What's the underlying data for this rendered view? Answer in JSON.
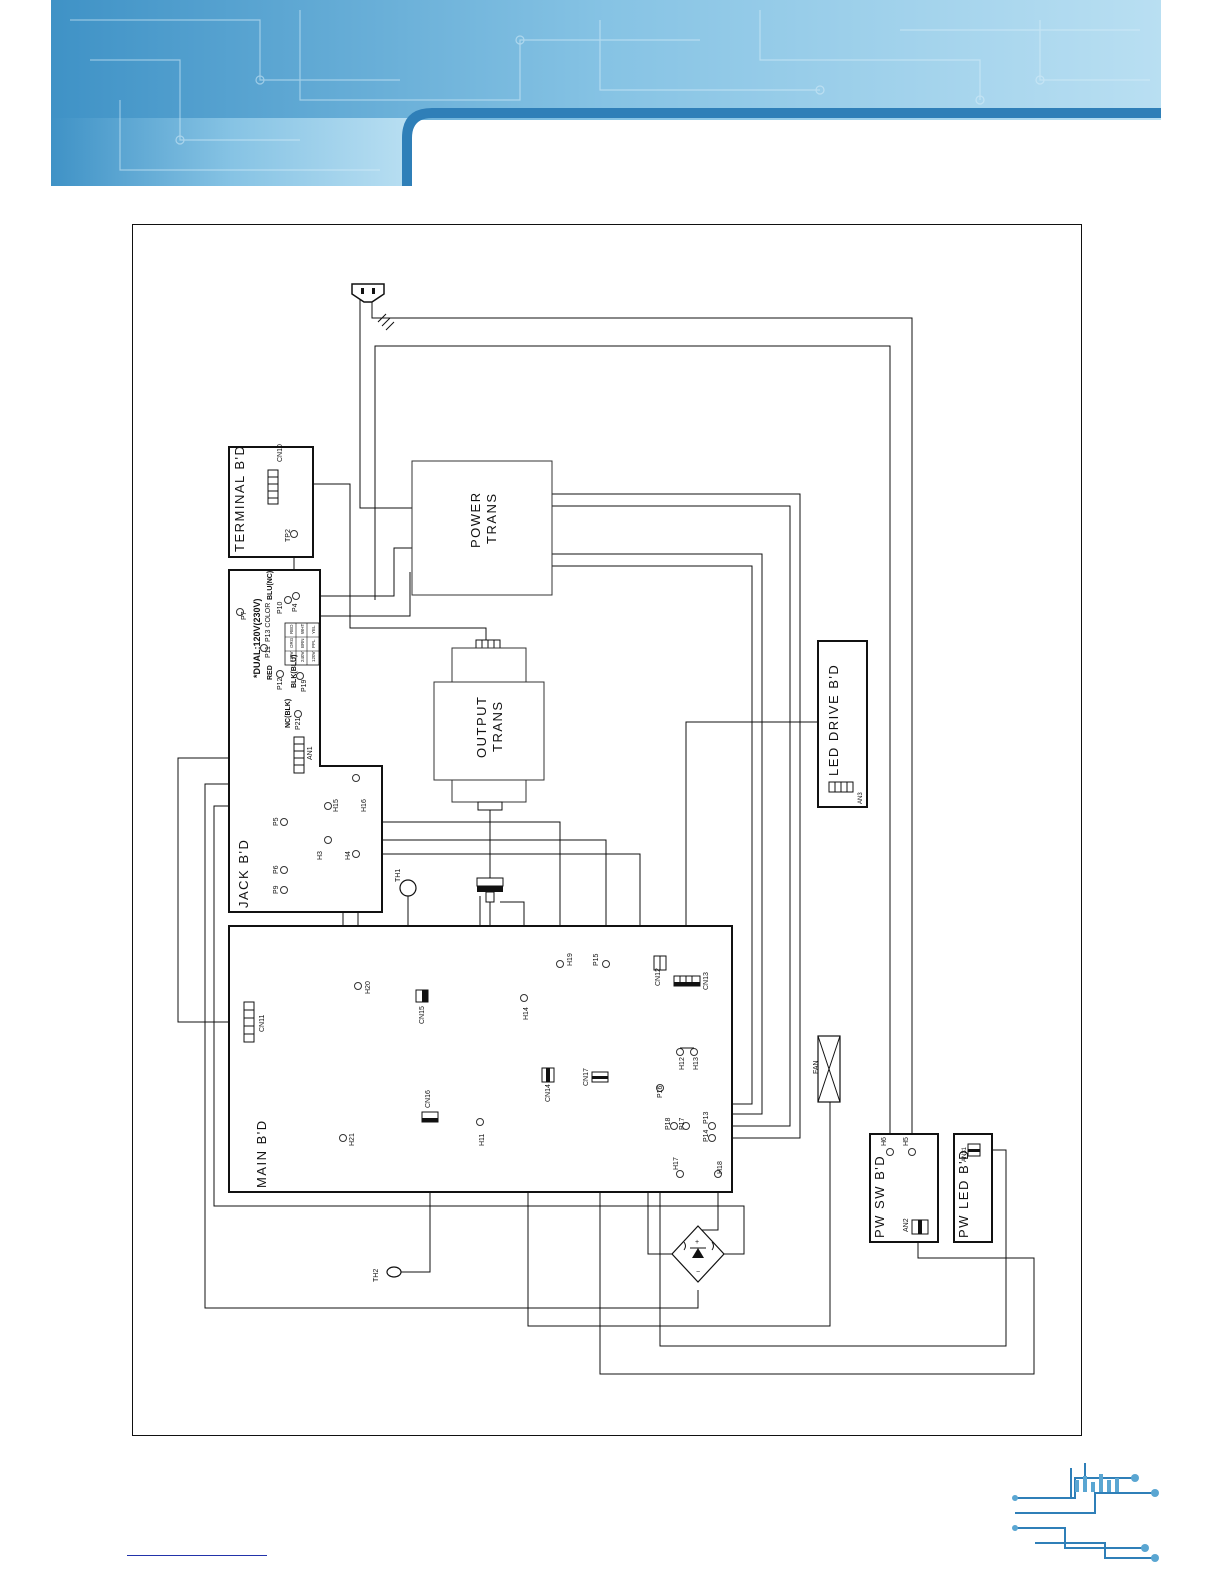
{
  "header": {
    "brand_color": "#5aa6d2",
    "accent_color": "#2f7fb8"
  },
  "boards": {
    "terminal": "TERMINAL B'D",
    "jack": "JACK B'D",
    "main": "MAIN B'D",
    "led_drive": "LED DRIVE B'D",
    "pw_sw": "PW SW B'D",
    "pw_led": "PW LED B'D"
  },
  "components": {
    "power_trans_1": "POWER",
    "power_trans_2": "TRANS",
    "output_trans_1": "OUTPUT",
    "output_trans_2": "TRANS",
    "fan": "FAN",
    "th1": "TH1",
    "th2": "TH2"
  },
  "jack_notes": {
    "dual": "*DUAL:120V(230V)",
    "blu_nc": "BLU(NC)",
    "red": "RED",
    "blk_blu": "BLK(BLU)",
    "nc_blk": "NC(BLK)",
    "p13_color": "P13 COLOR",
    "table": [
      [
        "220V",
        "ORG",
        "RED"
      ],
      [
        "240V",
        "BRN",
        "WHT"
      ],
      [
        "120V",
        "PPL",
        "YEL"
      ]
    ]
  },
  "connectors": {
    "cn10": "CN10",
    "an1": "AN1",
    "an3": "AN3",
    "an2": "AN2",
    "an31": "AN31",
    "cn11": "CN11",
    "cn12": "CN12",
    "cn13": "CN13",
    "cn14": "CN14",
    "cn15": "CN15",
    "cn16": "CN16",
    "cn17": "CN17"
  },
  "pins": {
    "tp2": "TP2",
    "p7": "P7",
    "p10": "P10",
    "p4": "P4",
    "p11": "P11",
    "p19": "P19",
    "p21": "P21",
    "p12_jack": "P12",
    "h15": "H15",
    "h16": "H16",
    "p5": "P5",
    "h3": "H3",
    "h4": "H4",
    "p6": "P6",
    "p9": "P9",
    "h19": "H19",
    "p15": "P15",
    "h20": "H20",
    "h14": "H14",
    "h12": "H12",
    "h13": "H13",
    "p16": "P16",
    "p18": "P18",
    "p17": "P17",
    "p14": "P14",
    "p13": "P13",
    "h21": "H21",
    "h11": "H11",
    "h17": "H17",
    "h18": "H18",
    "h6": "H6",
    "h5": "H5"
  }
}
